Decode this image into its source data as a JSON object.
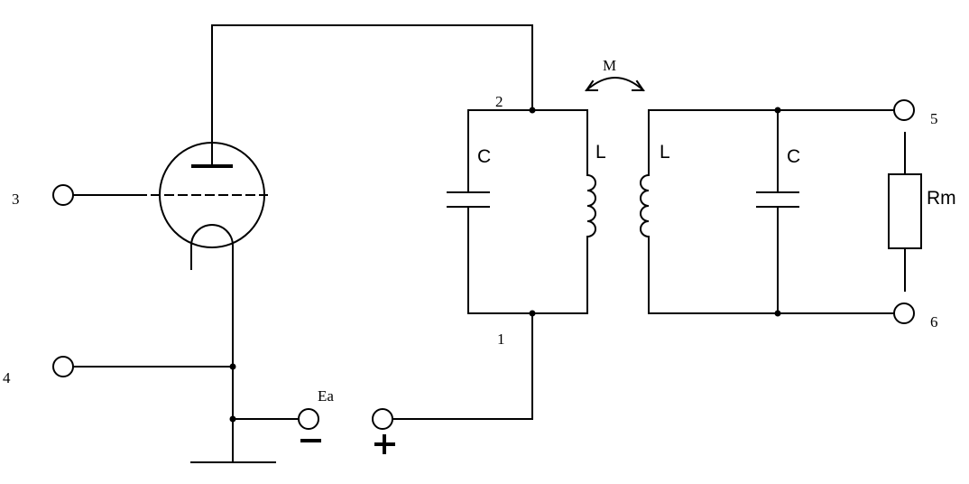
{
  "nodes": {
    "n1": "1",
    "n2": "2",
    "n3": "3",
    "n4": "4",
    "n5": "5",
    "n6": "6"
  },
  "components": {
    "cap_primary": "C",
    "ind_primary": "L",
    "ind_secondary": "L",
    "cap_secondary": "C",
    "resistor": "Rm",
    "mutual": "M",
    "supply": "Ea"
  },
  "polarity": {
    "minus": "−",
    "plus": "+"
  }
}
